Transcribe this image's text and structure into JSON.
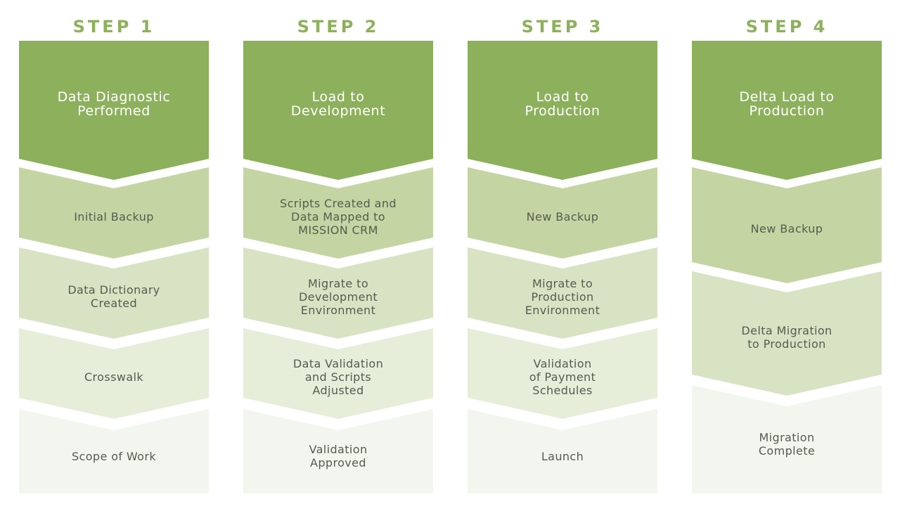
{
  "colors": {
    "title": "#8eb05b",
    "level0": "#8db05c",
    "level1": "#c5d4a3",
    "level2": "#d8e3c4",
    "level3": "#e6edd9",
    "level4": "#f3f6ee",
    "head_text": "#ffffff",
    "body_text": "#555c4e"
  },
  "steps": [
    {
      "title": "STEP 1",
      "head": "Data Diagnostic\nPerformed",
      "items": [
        "Initial Backup",
        "Data Dictionary\nCreated",
        "Crosswalk",
        "Scope of Work"
      ]
    },
    {
      "title": "STEP 2",
      "head": "Load to\nDevelopment",
      "items": [
        "Scripts Created and\nData Mapped to\nMISSION CRM",
        "Migrate to\nDevelopment\nEnvironment",
        "Data Validation\nand Scripts\nAdjusted",
        "Validation\nApproved"
      ]
    },
    {
      "title": "STEP 3",
      "head": "Load to\nProduction",
      "items": [
        "New Backup",
        "Migrate to\nProduction\nEnvironment",
        "Validation\nof Payment\nSchedules",
        "Launch"
      ]
    },
    {
      "title": "STEP 4",
      "head": "Delta Load to\nProduction",
      "items": [
        "New Backup",
        "Delta Migration\nto Production",
        "Migration\nComplete"
      ]
    }
  ]
}
